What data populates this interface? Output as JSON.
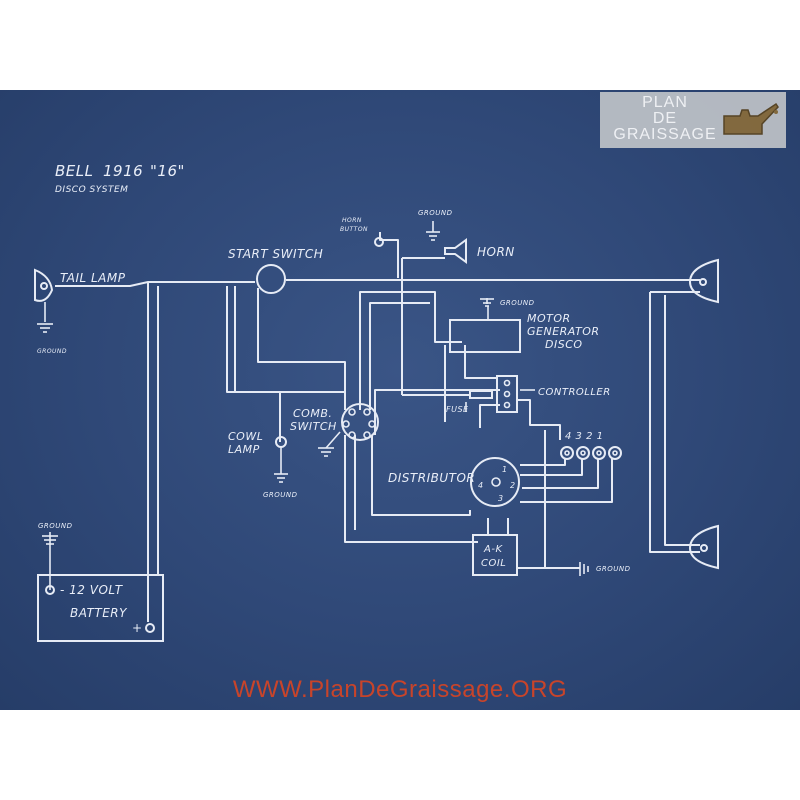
{
  "title": {
    "make": "BELL",
    "year": "1916",
    "model": "\"16\"",
    "system": "DISCO SYSTEM"
  },
  "labels": {
    "tail_lamp": "TAIL LAMP",
    "start_switch": "START SWITCH",
    "horn_button_1": "HORN",
    "horn_button_2": "BUTTON",
    "horn": "HORN",
    "motor_generator_1": "MOTOR",
    "motor_generator_2": "GENERATOR",
    "motor_generator_3": "DISCO",
    "controller": "CONTROLLER",
    "fuse": "FUSE",
    "comb_switch_1": "COMB.",
    "comb_switch_2": "SWITCH",
    "cowl_lamp_1": "COWL",
    "cowl_lamp_2": "LAMP",
    "distributor": "DISTRIBUTOR",
    "coil_1": "A-K",
    "coil_2": "COIL",
    "battery_minus": "- 12 VOLT",
    "battery_name": "BATTERY",
    "battery_plus": "+",
    "plug_numbers": "4 3 2 1",
    "dist_1": "1",
    "dist_2": "2",
    "dist_3": "3",
    "dist_4": "4"
  },
  "grounds": {
    "tail": "GROUND",
    "horn": "GROUND",
    "motor": "GROUND",
    "cowl": "GROUND",
    "battery": "GROUND",
    "coil": "GROUND"
  },
  "logo": {
    "line1": "PLAN",
    "line2": "DE",
    "line3": "GRAISSAGE",
    "icon": "oil-can-icon"
  },
  "footer": {
    "url": "WWW.PlanDeGraissage.ORG"
  },
  "colors": {
    "blueprint": "#2f4877",
    "ink": "#e6ebf5",
    "url": "#c8442a",
    "logo_bg": "#bfc3c8"
  }
}
